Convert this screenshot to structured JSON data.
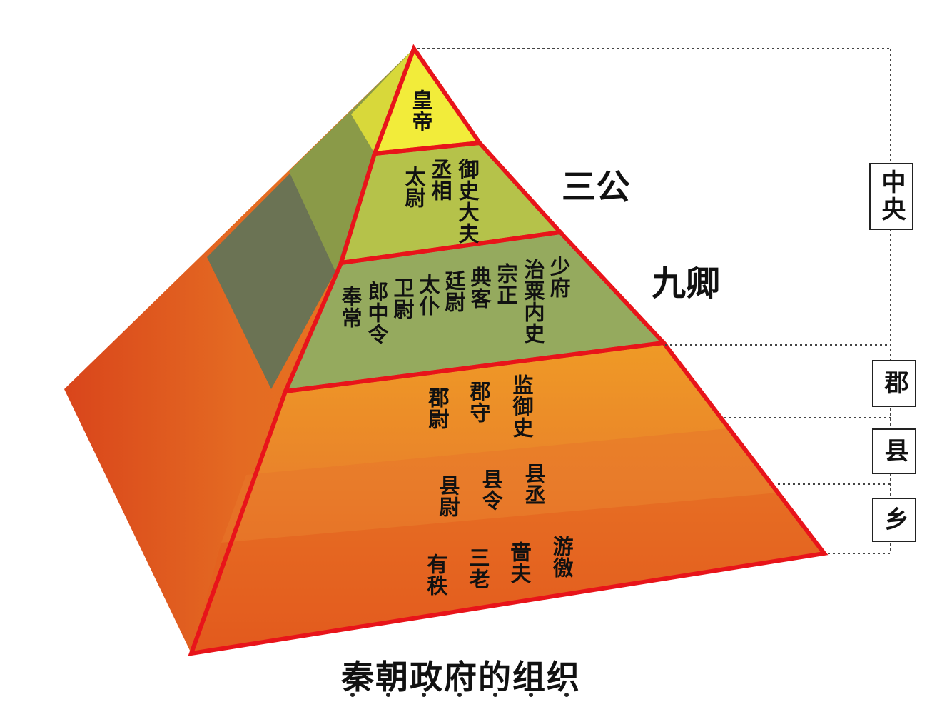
{
  "title": "秦朝政府的组织",
  "side_labels": {
    "san_gong": "三公",
    "jiu_qing": "九卿"
  },
  "levels": {
    "central": "中央",
    "commandery": "郡",
    "county": "县",
    "township": "乡"
  },
  "tiers": {
    "emperor": [
      "皇帝"
    ],
    "three_dukes": [
      "太尉",
      "丞相",
      "御史大夫"
    ],
    "nine_ministers": [
      "奉常",
      "郎中令",
      "卫尉",
      "太仆",
      "廷尉",
      "典客",
      "宗正",
      "治粟内史",
      "少府"
    ],
    "commandery": [
      "郡尉",
      "郡守",
      "监御史"
    ],
    "county": [
      "县尉",
      "县令",
      "县丞"
    ],
    "township": [
      "有秩",
      "三老",
      "啬夫",
      "游徼"
    ]
  },
  "colors": {
    "outline": "#e8141a",
    "emperor": "#f2ec3a",
    "three_dukes": "#b5c24a",
    "nine_ministers": "#95aa5e",
    "lower_orange": "#ec8a24",
    "lower_red": "#e0561c",
    "left_face_dark": "#6a7252"
  }
}
